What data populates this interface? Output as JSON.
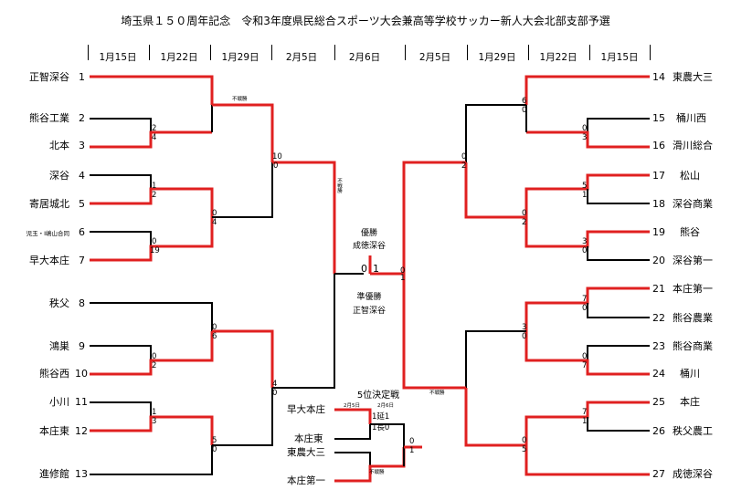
{
  "title": "埼玉県１５０周年記念　令和3年度県民総合スポーツ大会兼高等学校サッカー新人大会北部支部予選",
  "round_headers": [
    "1月15日",
    "1月22日",
    "1月29日",
    "2月5日",
    "2月6日",
    "2月5日",
    "1月29日",
    "1月22日",
    "1月15日"
  ],
  "left_teams": [
    {
      "name": "正智深谷",
      "num": "1"
    },
    {
      "name": "熊谷工業",
      "num": "2"
    },
    {
      "name": "北本",
      "num": "3"
    },
    {
      "name": "深谷",
      "num": "4"
    },
    {
      "name": "寄居城北",
      "num": "5"
    },
    {
      "name": "児玉・Ⅰ嶋山合同",
      "num": "6"
    },
    {
      "name": "早大本庄",
      "num": "7"
    },
    {
      "name": "秩父",
      "num": "8"
    },
    {
      "name": "鴻巣",
      "num": "9"
    },
    {
      "name": "熊谷西",
      "num": "10"
    },
    {
      "name": "小川",
      "num": "11"
    },
    {
      "name": "本庄東",
      "num": "12"
    },
    {
      "name": "進修館",
      "num": "13"
    }
  ],
  "right_teams": [
    {
      "num": "14",
      "name": "東農大三"
    },
    {
      "num": "15",
      "name": "桶川西"
    },
    {
      "num": "16",
      "name": "滑川総合"
    },
    {
      "num": "17",
      "name": "松山"
    },
    {
      "num": "18",
      "name": "深谷商業"
    },
    {
      "num": "19",
      "name": "熊谷"
    },
    {
      "num": "20",
      "name": "深谷第一"
    },
    {
      "num": "21",
      "name": "本庄第一"
    },
    {
      "num": "22",
      "name": "熊谷農業"
    },
    {
      "num": "23",
      "name": "熊谷商業"
    },
    {
      "num": "24",
      "name": "桶川"
    },
    {
      "num": "25",
      "name": "本庄"
    },
    {
      "num": "26",
      "name": "秩父農工"
    },
    {
      "num": "27",
      "name": "成徳深谷"
    }
  ],
  "scores": {
    "l_m23": [
      "2",
      "4"
    ],
    "l_m45": [
      "1",
      "2"
    ],
    "l_m67": [
      "0",
      "19"
    ],
    "l_m910": [
      "0",
      "2"
    ],
    "l_m1112": [
      "1",
      "3"
    ],
    "l_q1": [
      "不戦勝"
    ],
    "l_q2": [
      "0",
      "4"
    ],
    "l_q3": [
      "0",
      "6"
    ],
    "l_q4": [
      "5",
      "0"
    ],
    "l_s1": [
      "10",
      "0"
    ],
    "l_s2": [
      "4",
      "0"
    ],
    "l_sf": [
      "不戦勝"
    ],
    "r_m1516": [
      "0",
      "3"
    ],
    "r_m1718": [
      "5",
      "1"
    ],
    "r_m1920": [
      "3",
      "0"
    ],
    "r_m2122": [
      "7",
      "0"
    ],
    "r_m2324": [
      "0",
      "7"
    ],
    "r_m2526": [
      "7",
      "1"
    ],
    "r_q1": [
      "6",
      "0"
    ],
    "r_q2": [
      "0",
      "2"
    ],
    "r_q3": [
      "3",
      "0"
    ],
    "r_q4": [
      "0",
      "5"
    ],
    "r_s1": [
      "0",
      "2"
    ],
    "r_s2": [
      "不戦勝"
    ],
    "final": [
      "0",
      "1"
    ],
    "final_r": [
      "0",
      "1"
    ]
  },
  "center": {
    "winner_label": "優勝",
    "winner_team": "成徳深谷",
    "runner_label": "準優勝",
    "runner_team": "正智深谷"
  },
  "fifth": {
    "title": "5位決定戦",
    "teams": [
      "早大本庄",
      "本庄東",
      "東農大三",
      "本庄第一"
    ],
    "date1": "2月5日",
    "date2": "2月6日",
    "score_a": "1延1",
    "score_b": "1長0",
    "score_c": [
      "0",
      "1"
    ],
    "forfeit": "不戦勝"
  },
  "colors": {
    "winner_line": "#e02020",
    "line": "#000000"
  }
}
